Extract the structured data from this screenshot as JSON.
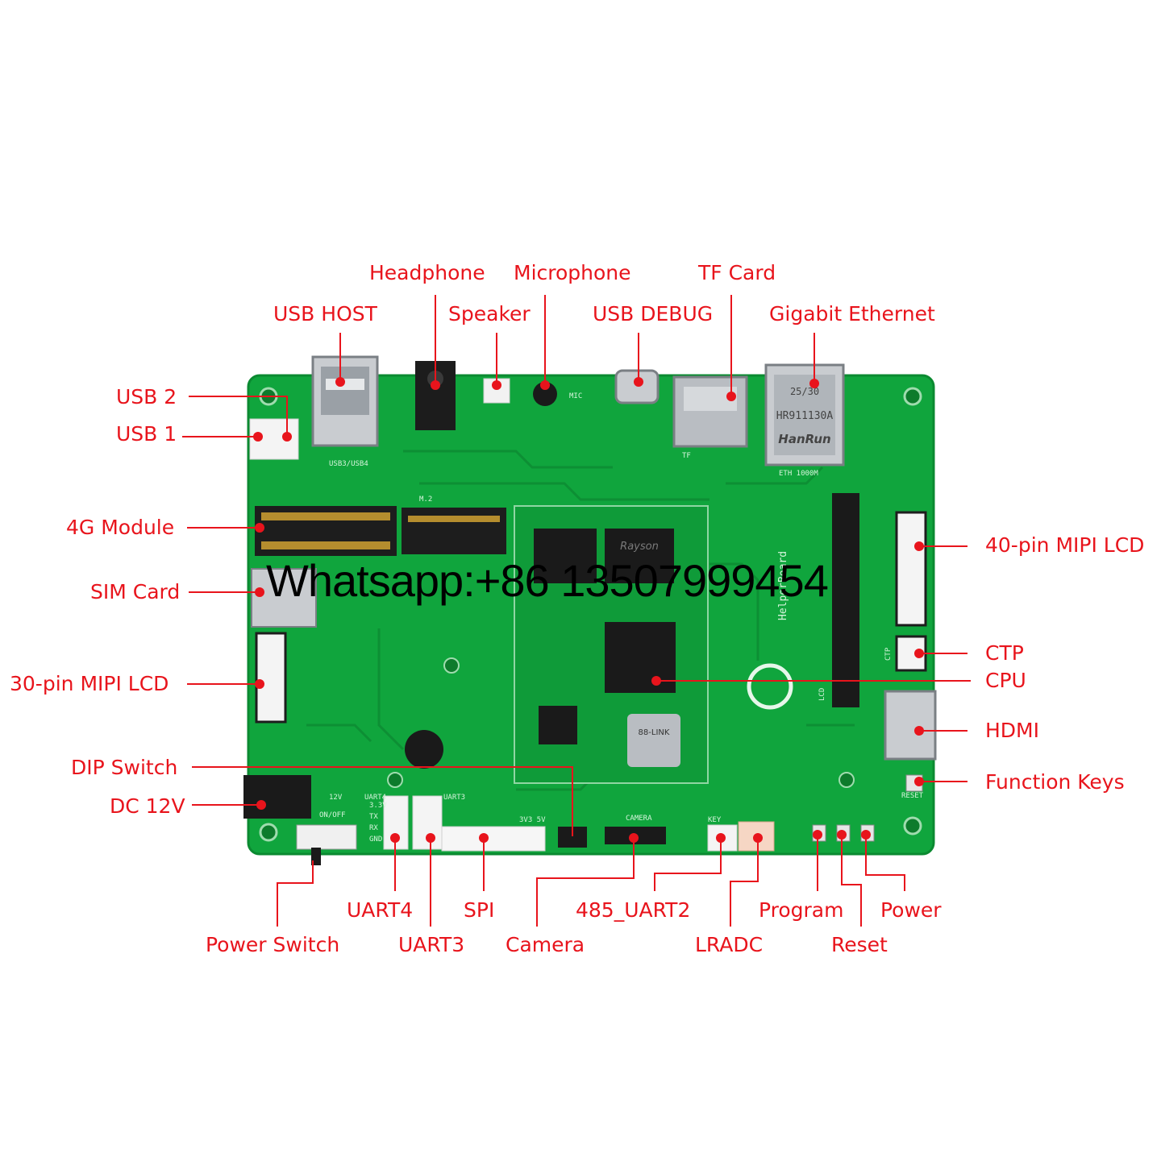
{
  "labels": {
    "headphone": "Headphone",
    "microphone": "Microphone",
    "tf_card": "TF Card",
    "usb_host": "USB HOST",
    "speaker": "Speaker",
    "usb_debug": "USB DEBUG",
    "gigabit_ethernet": "Gigabit Ethernet",
    "usb2": "USB 2",
    "usb1": "USB 1",
    "module_4g": "4G Module",
    "sim_card": "SIM Card",
    "mipi30": "30-pin MIPI LCD",
    "dip_switch": "DIP Switch",
    "dc12v": "DC 12V",
    "mipi40": "40-pin MIPI LCD",
    "ctp": "CTP",
    "cpu": "CPU",
    "hdmi": "HDMI",
    "function_keys": "Function Keys",
    "uart4": "UART4",
    "spi": "SPI",
    "uart485": "485_UART2",
    "program": "Program",
    "power": "Power",
    "power_switch": "Power Switch",
    "uart3": "UART3",
    "camera": "Camera",
    "lradc": "LRADC",
    "reset": "Reset"
  },
  "watermark": "Whatsapp:+86 13507999454",
  "board_text": {
    "eth_code": "HR911130A",
    "eth_brand": "HanRun",
    "eth_date": "25/30",
    "eth_silk": "ETH 1000M",
    "usb34": "USB3/USB4",
    "m2": "M.2",
    "camera_silk": "CAMERA",
    "key_silk": "KEY",
    "power_silk": "ON/OFF",
    "reset_silk": "RESET",
    "dc_silk": "12V",
    "brand_name": "HelperBoard",
    "wifi_brand": "88-LINK",
    "mem_brand": "Rayson",
    "lcd_silk": "LCD",
    "ctp_silk": "CTP",
    "mic_silk": "MIC",
    "tf_silk": "TF",
    "spi_silk": "3V3 5V",
    "uart3_silk": "UART3",
    "uart4_silk": "UART4",
    "uart_pins": [
      "3.3V",
      "TX",
      "RX",
      "GND"
    ]
  },
  "colors": {
    "label": "#e8141c",
    "pcb": "#10a53d",
    "pcb_dark": "#0b8a31",
    "silk": "#d6f5dc"
  }
}
